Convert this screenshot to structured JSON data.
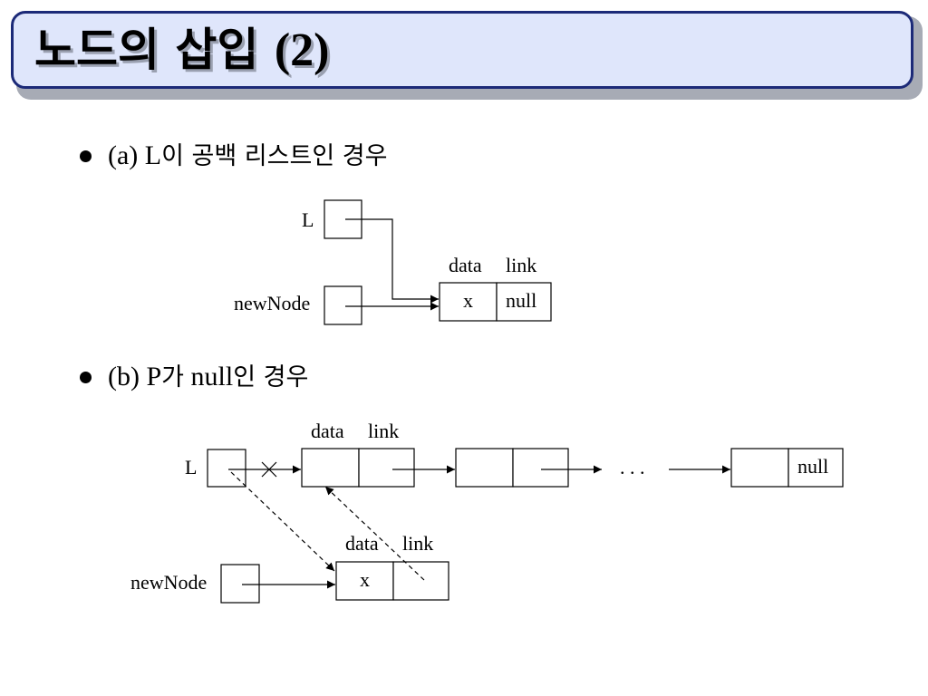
{
  "title": {
    "main": "노드의 삽입",
    "num": "(2)"
  },
  "bullets": [
    {
      "latin": "(a) L",
      "korean": "이 공백 리스트인 경우"
    },
    {
      "latin": "(b) P",
      "korean1": "가",
      "latin2": " null",
      "korean2": "인 경우"
    }
  ],
  "diagram_a": {
    "pointer_label": "L",
    "newnode_label": "newNode",
    "field_labels": [
      "data",
      "link"
    ],
    "node_values": [
      "x",
      "null"
    ]
  },
  "diagram_b": {
    "pointer_label": "L",
    "newnode_label": "newNode",
    "field_labels": [
      "data",
      "link"
    ],
    "new_field_labels": [
      "data",
      "link"
    ],
    "new_node_value": "x",
    "ellipsis": ". . .",
    "last_link": "null"
  }
}
